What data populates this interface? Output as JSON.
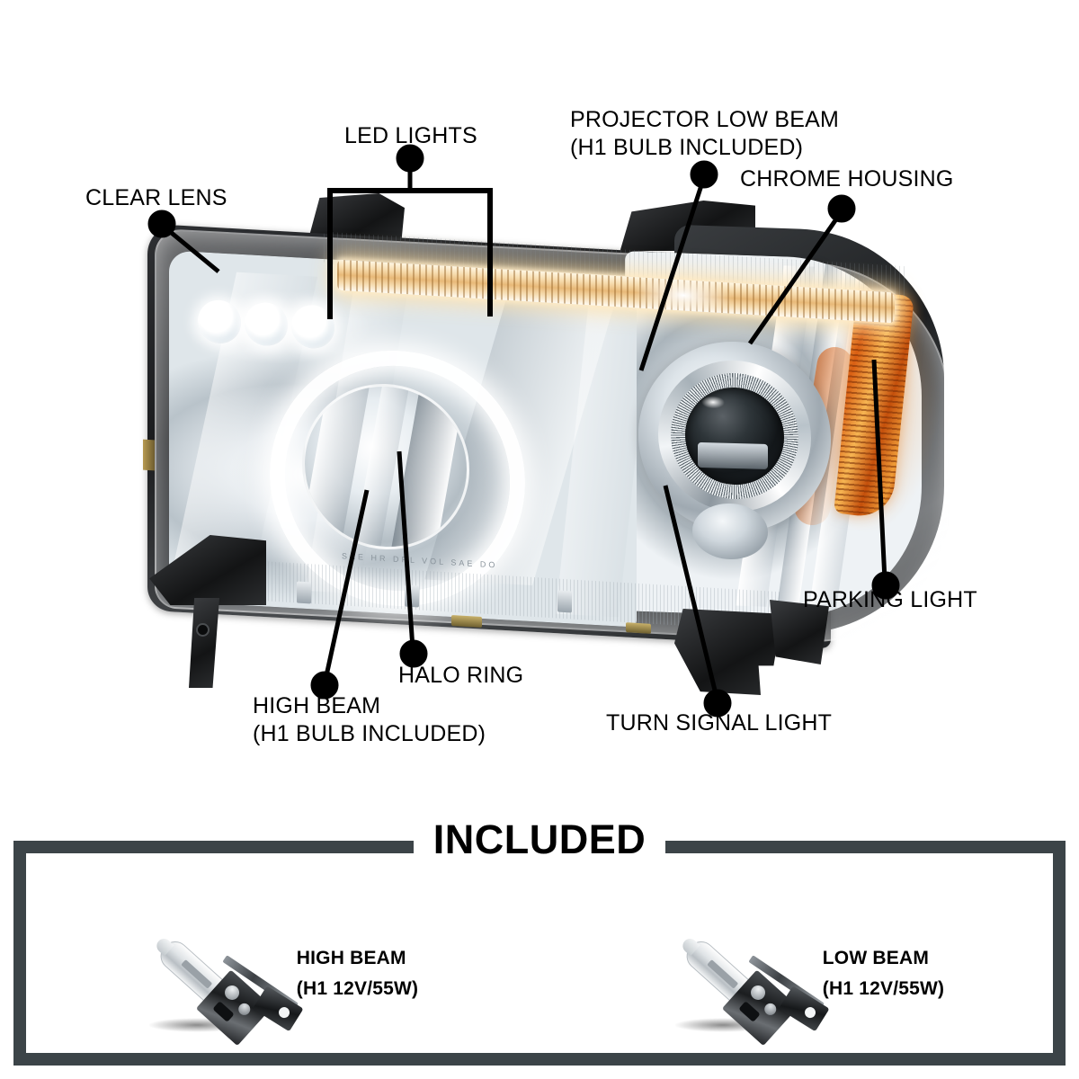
{
  "product": {
    "type": "projector-headlight-assembly",
    "callouts": [
      {
        "id": "clear-lens",
        "label": "CLEAR LENS"
      },
      {
        "id": "led-lights",
        "label": "LED LIGHTS"
      },
      {
        "id": "projector-low-beam-1",
        "label": "PROJECTOR LOW BEAM"
      },
      {
        "id": "projector-low-beam-2",
        "label": "(H1 BULB INCLUDED)"
      },
      {
        "id": "chrome-housing",
        "label": "CHROME HOUSING"
      },
      {
        "id": "parking-light",
        "label": "PARKING LIGHT"
      },
      {
        "id": "turn-signal-light",
        "label": "TURN SIGNAL LIGHT"
      },
      {
        "id": "halo-ring",
        "label": "HALO RING"
      },
      {
        "id": "high-beam-1",
        "label": "HIGH BEAM"
      },
      {
        "id": "high-beam-2",
        "label": "(H1 BULB INCLUDED)"
      }
    ]
  },
  "included": {
    "title": "INCLUDED",
    "items": [
      {
        "name": "HIGH BEAM",
        "spec": "(H1 12V/55W)"
      },
      {
        "name": "LOW BEAM",
        "spec": "(H1 12V/55W)"
      }
    ]
  },
  "colors": {
    "background": "#ffffff",
    "text": "#000000",
    "included_border": "#3c4448",
    "amber_light": "#e0791a",
    "chrome": "#c8d1d8",
    "housing_black": "#1b1c1e"
  }
}
